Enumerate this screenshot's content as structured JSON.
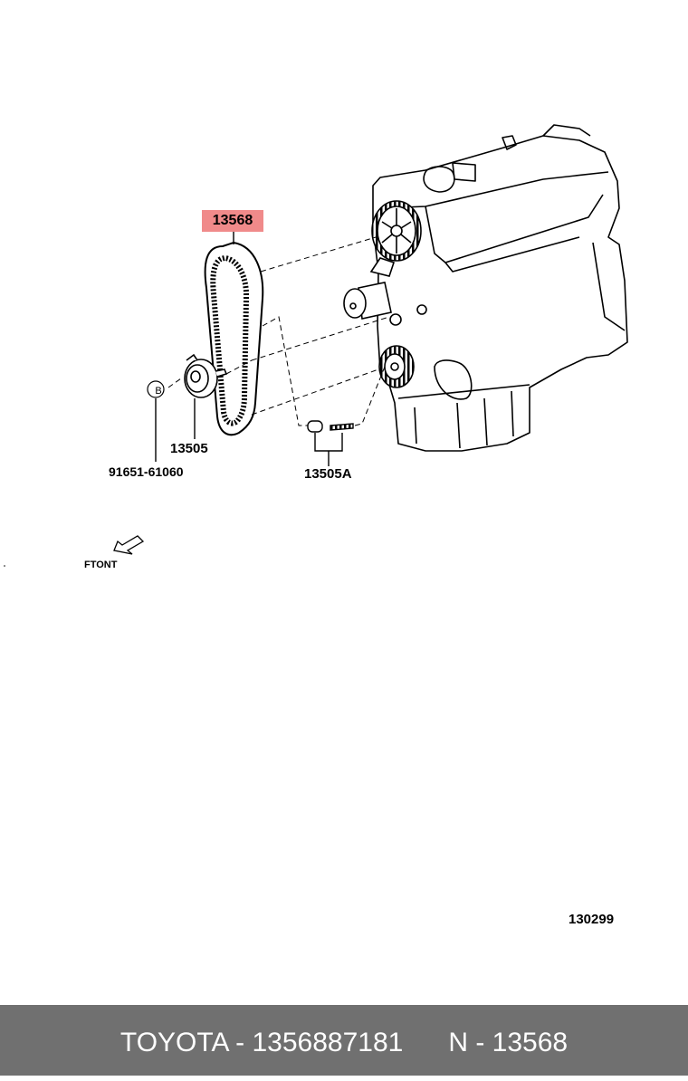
{
  "callouts": {
    "timing_belt": "13568",
    "tensioner": "13505",
    "bolt": "91651-61060",
    "spring_set": "13505A",
    "circle_marker": "B"
  },
  "front_label": "FTONT",
  "reference_code": "130299",
  "footer": {
    "brand": "TOYOTA",
    "part_number": "1356887181",
    "n_code": "N - 13568",
    "text": "TOYOTA - 1356887181      N - 13568"
  },
  "colors": {
    "highlight": "#f08a8a",
    "footer_bg": "#707070",
    "footer_text": "#ffffff"
  }
}
